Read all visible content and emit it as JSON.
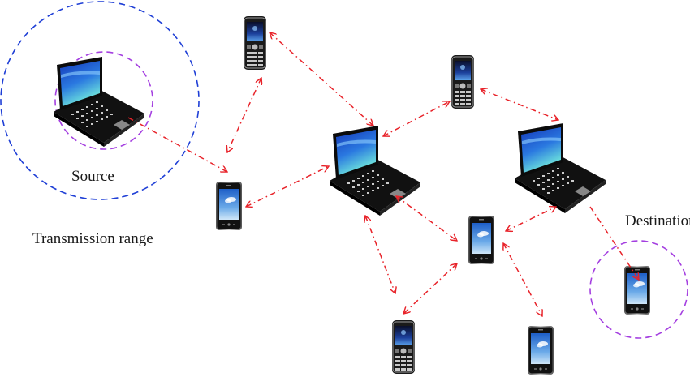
{
  "labels": {
    "source": "Source",
    "transmission_range": "Transmission range",
    "destination": "Destination"
  },
  "colors": {
    "link": "#e8232a",
    "outer_range": "#1f3fd6",
    "inner_range": "#a43fe0",
    "screen_top": "#1438b8",
    "screen_bottom": "#5fe0e0",
    "device_body": "#111111"
  },
  "nodes": [
    {
      "id": "source-laptop",
      "type": "laptop",
      "role": "source"
    },
    {
      "id": "phone-top-left",
      "type": "feature-phone"
    },
    {
      "id": "phone-left-mid",
      "type": "smartphone"
    },
    {
      "id": "laptop-center",
      "type": "laptop"
    },
    {
      "id": "phone-top-right",
      "type": "feature-phone"
    },
    {
      "id": "laptop-right",
      "type": "laptop"
    },
    {
      "id": "phone-center",
      "type": "smartphone"
    },
    {
      "id": "phone-bottom-left",
      "type": "feature-phone"
    },
    {
      "id": "phone-bottom-right",
      "type": "smartphone"
    },
    {
      "id": "destination-phone",
      "type": "smartphone",
      "role": "destination"
    }
  ],
  "links": [
    {
      "from": "source-laptop",
      "to": "phone-left-mid",
      "style": "dash-dot",
      "directed": "one-way"
    },
    {
      "from": "phone-top-left",
      "to": "phone-left-mid",
      "style": "dash-dot",
      "directed": "both"
    },
    {
      "from": "phone-top-left",
      "to": "laptop-center",
      "style": "dash-dot",
      "directed": "both"
    },
    {
      "from": "phone-left-mid",
      "to": "laptop-center",
      "style": "dash-dot",
      "directed": "both"
    },
    {
      "from": "laptop-center",
      "to": "phone-top-right",
      "style": "dash-dot",
      "directed": "both"
    },
    {
      "from": "phone-top-right",
      "to": "laptop-right",
      "style": "dash-dot",
      "directed": "both"
    },
    {
      "from": "laptop-center",
      "to": "phone-center",
      "style": "dash-dot",
      "directed": "both"
    },
    {
      "from": "laptop-center",
      "to": "phone-bottom-left",
      "style": "dash-dot",
      "directed": "both"
    },
    {
      "from": "phone-center",
      "to": "phone-bottom-left",
      "style": "dash-dot",
      "directed": "both"
    },
    {
      "from": "phone-center",
      "to": "laptop-right",
      "style": "dash-dot",
      "directed": "both"
    },
    {
      "from": "phone-center",
      "to": "phone-bottom-right",
      "style": "dash-dot",
      "directed": "both"
    },
    {
      "from": "laptop-right",
      "to": "destination-phone",
      "style": "dash-dot",
      "directed": "one-way"
    }
  ]
}
